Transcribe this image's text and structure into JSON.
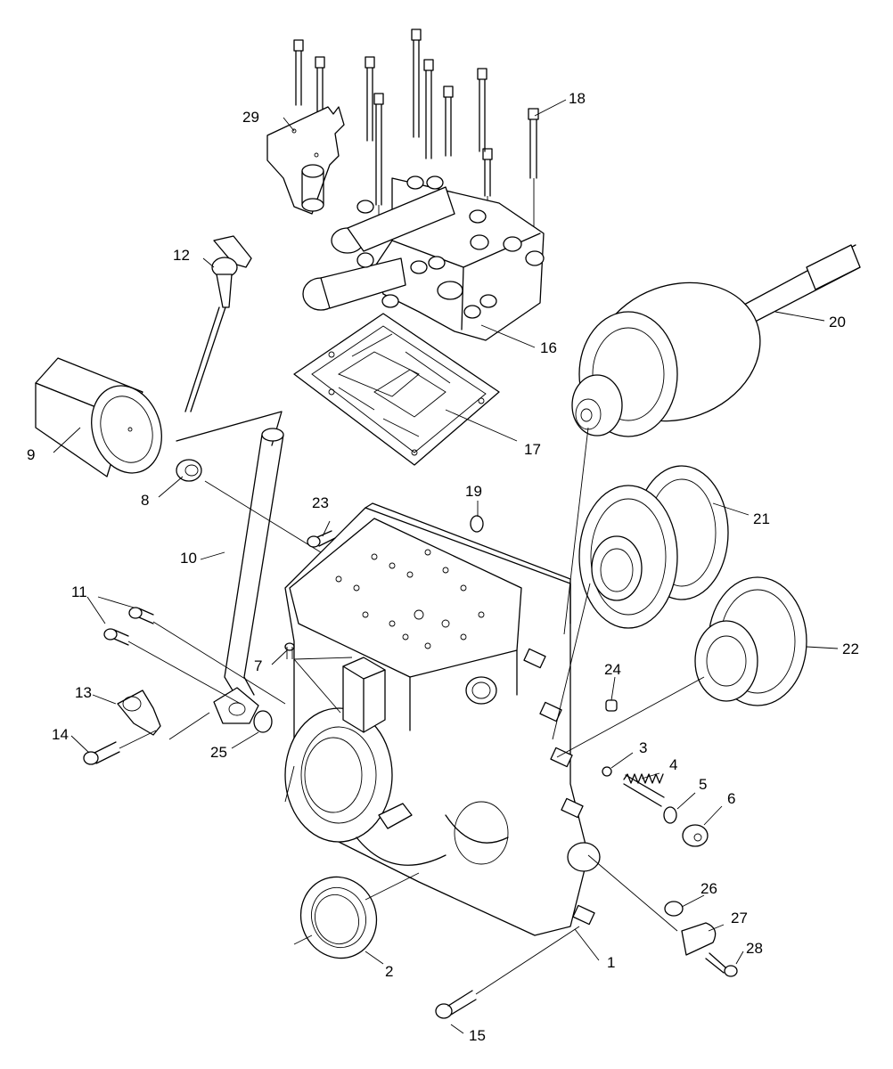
{
  "callouts": [
    {
      "id": "c1",
      "text": "1"
    },
    {
      "id": "c2",
      "text": "2"
    },
    {
      "id": "c3",
      "text": "3"
    },
    {
      "id": "c4",
      "text": "4"
    },
    {
      "id": "c5",
      "text": "5"
    },
    {
      "id": "c6",
      "text": "6"
    },
    {
      "id": "c7",
      "text": "7"
    },
    {
      "id": "c8",
      "text": "8"
    },
    {
      "id": "c9",
      "text": "9"
    },
    {
      "id": "c10",
      "text": "10"
    },
    {
      "id": "c11",
      "text": "11"
    },
    {
      "id": "c12",
      "text": "12"
    },
    {
      "id": "c13",
      "text": "13"
    },
    {
      "id": "c14",
      "text": "14"
    },
    {
      "id": "c15",
      "text": "15"
    },
    {
      "id": "c16",
      "text": "16"
    },
    {
      "id": "c17",
      "text": "17"
    },
    {
      "id": "c18",
      "text": "18"
    },
    {
      "id": "c19",
      "text": "19"
    },
    {
      "id": "c20",
      "text": "20"
    },
    {
      "id": "c21",
      "text": "21"
    },
    {
      "id": "c22",
      "text": "22"
    },
    {
      "id": "c23",
      "text": "23"
    },
    {
      "id": "c24",
      "text": "24"
    },
    {
      "id": "c25",
      "text": "25"
    },
    {
      "id": "c26",
      "text": "26"
    },
    {
      "id": "c27",
      "text": "27"
    },
    {
      "id": "c28",
      "text": "28"
    },
    {
      "id": "c29",
      "text": "29"
    }
  ]
}
